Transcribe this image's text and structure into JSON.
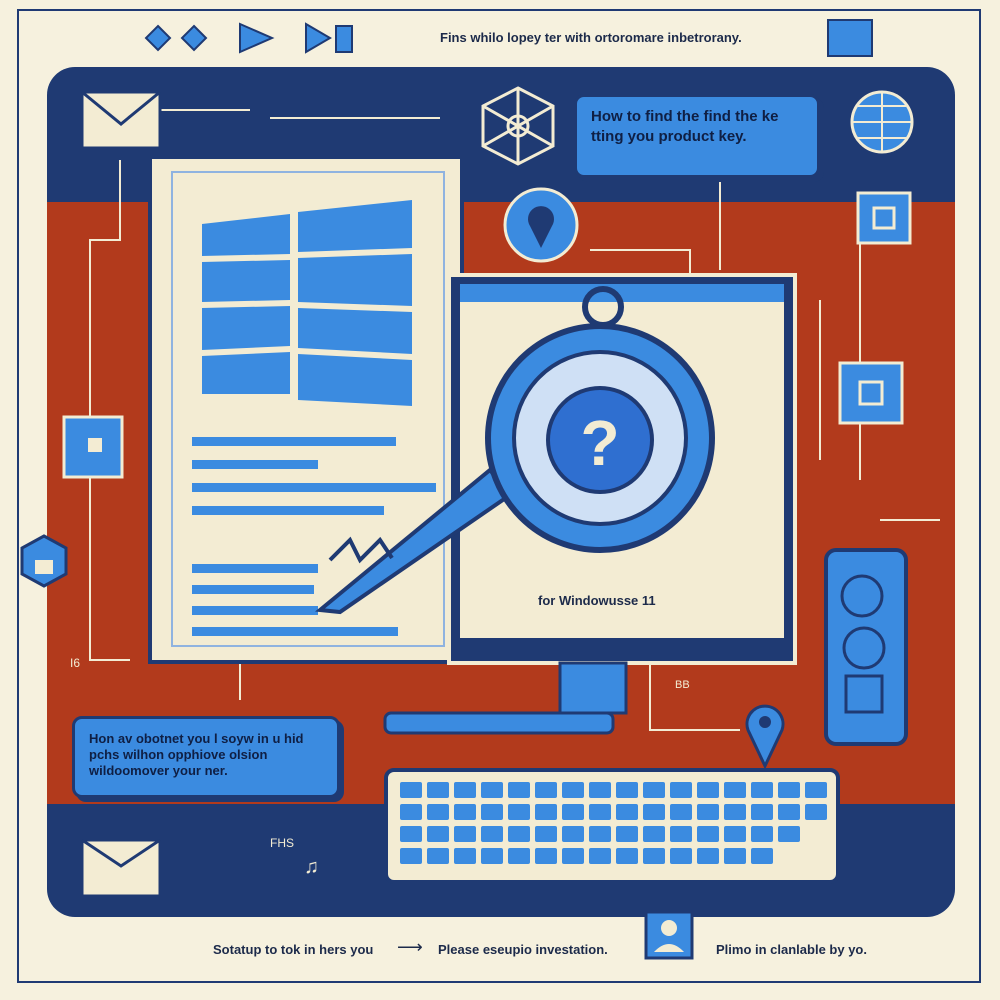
{
  "header": {
    "caption": "Fins whilo lopey ter with ortoromare inbetrorany."
  },
  "bubbles": {
    "top_right": "How to find the find the ke tting you product key.",
    "bottom_left": "Hon av obotnet you l soyw in u hid pchs wilhon opphiove olsion wildoomover your ner."
  },
  "monitor": {
    "caption": "for Windowusse 11"
  },
  "footer": {
    "step_1": "Sotatup to tok in hers you",
    "step_2": "Please eseupio investation.",
    "step_3": "Plimo in clanlable by yo."
  },
  "labels": {
    "left_side": "I6",
    "mid_bottom": "BB",
    "bottom_mid": "FHS",
    "note": "♫"
  },
  "icons": {
    "key": "key-icon",
    "magnifier": "magnifier-icon",
    "question": "question-icon",
    "windows": "windows-logo-icon",
    "mail": "mail-icon",
    "globe": "globe-icon",
    "network": "network-icon",
    "lock": "lock-icon",
    "location": "location-pin-icon",
    "user": "user-icon",
    "phone": "phone-icon"
  },
  "colors": {
    "background": "#f6f1de",
    "navy": "#1f3a73",
    "blue": "#3b8be0",
    "rust": "#b23a1c",
    "panel": "#f3ecd3"
  }
}
